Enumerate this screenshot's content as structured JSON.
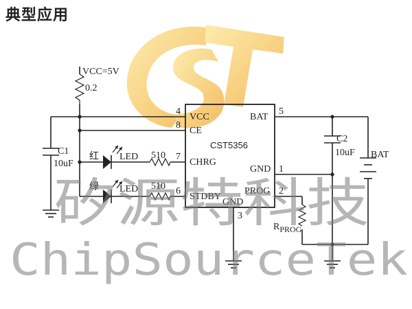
{
  "title": "典型应用",
  "colors": {
    "logo_gradient_start": "#fbe38a",
    "logo_gradient_end": "#f3b64e",
    "watermark": "#7a7a7a",
    "line": "#222222"
  },
  "logo": {
    "icon": "cst-logo"
  },
  "chip": {
    "name": "CST5356",
    "pins": {
      "vcc": {
        "number": "4",
        "label": "VCC"
      },
      "ce": {
        "number": "8",
        "label": "CE"
      },
      "chrg": {
        "number": "7",
        "label": "CHRG"
      },
      "stdby": {
        "number": "6",
        "label": "STDBY"
      },
      "bat": {
        "number": "5",
        "label": "BAT"
      },
      "gnd_right": {
        "number": "1",
        "label": "GND"
      },
      "prog": {
        "number": "2",
        "label": "PROG"
      },
      "gnd_bottom": {
        "number": "3",
        "label": "GND"
      }
    }
  },
  "components": {
    "vcc_supply": "VCC=5V",
    "supply_resistor": "0.2",
    "c1_name": "C1",
    "c1_value": "10uF",
    "led_red_color": "红",
    "led_red_label": "LED",
    "r_red": "510",
    "led_green_color": "绿",
    "led_green_label": "LED",
    "r_green": "510",
    "c2_name": "C2",
    "c2_value": "10uF",
    "battery": "BAT",
    "rprog_main": "R",
    "rprog_sub": "PROG"
  },
  "watermark": {
    "chinese": "矽源特科技",
    "english": "ChipSourceTek"
  }
}
